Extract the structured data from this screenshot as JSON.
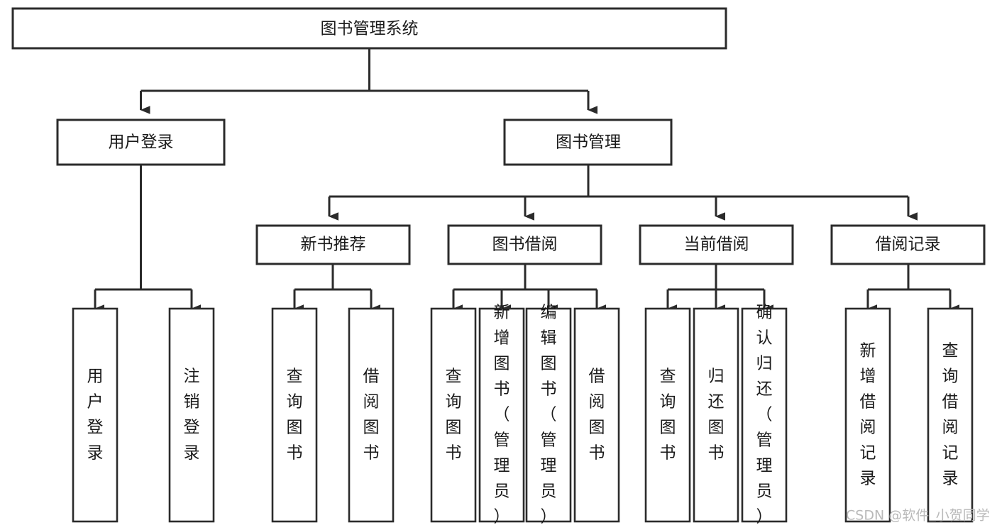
{
  "diagram": {
    "title": "图书管理系统",
    "type": "tree",
    "watermark": "CSDN @软件_小贺同学",
    "colors": {
      "stroke": "#2b2b2b",
      "fill": "#ffffff",
      "text": "#1a1a1a",
      "watermark": "#b9b9b9"
    },
    "levels": {
      "root": {
        "label": "图书管理系统"
      },
      "level2": [
        {
          "label": "用户登录"
        },
        {
          "label": "图书管理"
        }
      ],
      "level3": [
        {
          "label": "新书推荐"
        },
        {
          "label": "图书借阅"
        },
        {
          "label": "当前借阅"
        },
        {
          "label": "借阅记录"
        }
      ],
      "leaves": {
        "user_login": [
          {
            "label": "用户登录"
          },
          {
            "label": "注销登录"
          }
        ],
        "new_book_recommend": [
          {
            "label": "查询图书"
          },
          {
            "label": "借阅图书"
          }
        ],
        "book_borrow": [
          {
            "label": "查询图书"
          },
          {
            "label": "新增图书（管理员）"
          },
          {
            "label": "编辑图书（管理员）"
          },
          {
            "label": "借阅图书"
          }
        ],
        "current_borrow": [
          {
            "label": "查询图书"
          },
          {
            "label": "归还图书"
          },
          {
            "label": "确认归还（管理员）"
          }
        ],
        "borrow_records": [
          {
            "label": "新增借阅记录"
          },
          {
            "label": "查询借阅记录"
          }
        ]
      }
    }
  }
}
